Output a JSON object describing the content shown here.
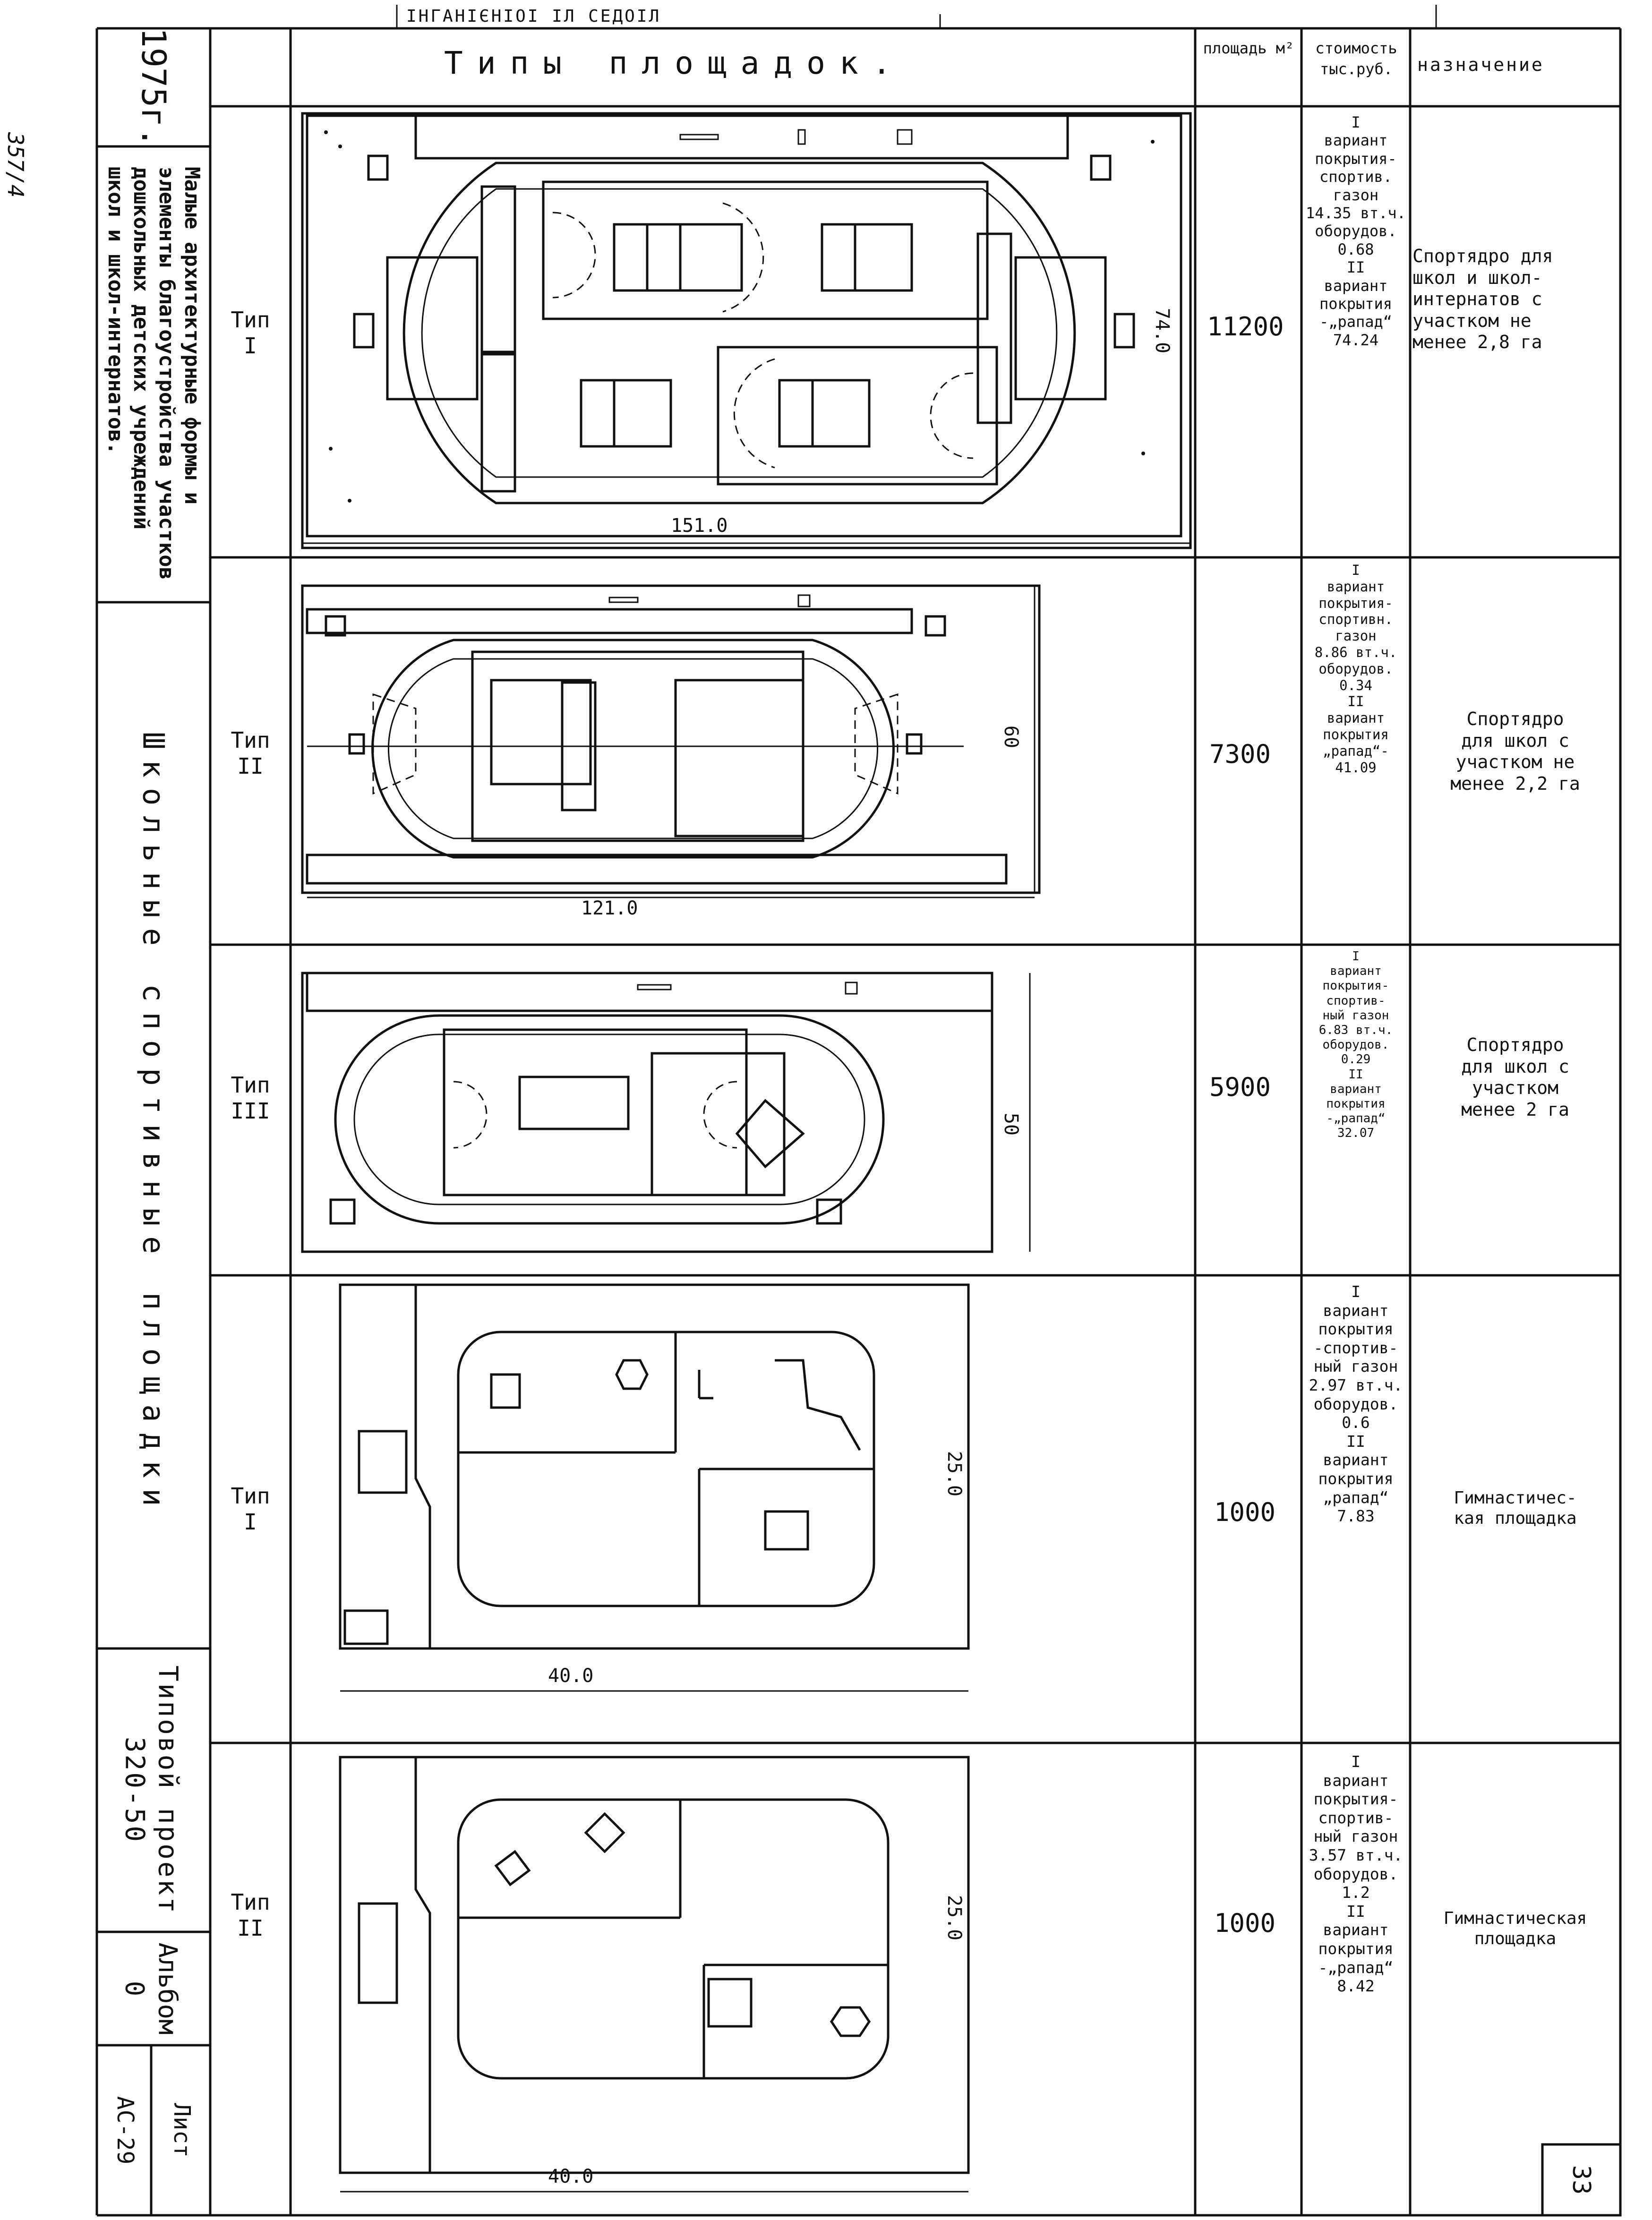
{
  "margin_note": "357/4",
  "header_fragment": "ІНГАНІЄНІОІ ІЛ СЕДОІЛ",
  "title_block": {
    "year": "1975г.",
    "subject_lines": [
      "Малые архитектурные формы и",
      "элементы благоустройства участков",
      "дошкольных детских учреждений",
      "школ и школ-интернатов."
    ],
    "main_title": "Школьные спортивные площадки",
    "project_label": "Типовой проект",
    "project_number": "320-50",
    "album_label": "Альбом",
    "album_number": "0",
    "sheet_label": "Лист",
    "sheet_number": "АС-29"
  },
  "table_header": {
    "types": "Типы площадок.",
    "area": "площадь м²",
    "cost": "стоимость тыс.руб.",
    "purpose": "назначение"
  },
  "rows": [
    {
      "type_label": "Тип",
      "type_num": "I",
      "area": "11200",
      "cost_lines": [
        "I",
        "вариант",
        "покрытия-",
        "спортив.",
        "газон",
        "14.35 вт.ч.",
        "оборудов.",
        "0.68",
        "II",
        "вариант",
        "покрытия",
        "-„рапад“",
        "74.24"
      ],
      "purpose_lines": [
        "Спортядро для",
        "школ и школ-",
        "интернатов с",
        "участком не",
        "менее 2,8 га"
      ],
      "dim_horizontal": "151.0",
      "dim_vertical": "74.0"
    },
    {
      "type_label": "Тип",
      "type_num": "II",
      "area": "7300",
      "cost_lines": [
        "I",
        "вариант",
        "покрытия-",
        "спортивн.",
        "газон",
        "8.86 вт.ч.",
        "оборудов.",
        "0.34",
        "II",
        "вариант",
        "покрытия",
        "„рапад“-",
        "41.09"
      ],
      "purpose_lines": [
        "Спортядро",
        "для школ с",
        "участком не",
        "менее 2,2 га"
      ],
      "dim_horizontal": "121.0",
      "dim_vertical": "60"
    },
    {
      "type_label": "Тип",
      "type_num": "III",
      "area": "5900",
      "cost_lines": [
        "I",
        "вариант",
        "покрытия-",
        "спортив-",
        "ный газон",
        "6.83 вт.ч.",
        "оборудов.",
        "0.29",
        "II",
        "вариант",
        "покрытия",
        "-„рапад“",
        "32.07"
      ],
      "purpose_lines": [
        "Спортядро",
        "для школ с",
        "участком",
        "менее 2 га"
      ],
      "dim_horizontal": "",
      "dim_vertical": "50"
    },
    {
      "type_label": "Тип",
      "type_num": "I",
      "area": "1000",
      "cost_lines": [
        "I",
        "вариант",
        "покрытия",
        "-спортив-",
        "ный газон",
        "2.97 вт.ч.",
        "оборудов.",
        "0.6",
        "II",
        "вариант",
        "покрытия",
        "„рапад“",
        "7.83"
      ],
      "purpose_lines": [
        "Гимнастичес-",
        "кая площадка"
      ],
      "dim_horizontal": "40.0",
      "dim_vertical": "25.0"
    },
    {
      "type_label": "Тип",
      "type_num": "II",
      "area": "1000",
      "cost_lines": [
        "I",
        "вариант",
        "покрытия-",
        "спортив-",
        "ный газон",
        "3.57 вт.ч.",
        "оборудов.",
        "1.2",
        "II",
        "вариант",
        "покрытия",
        "-„рапад“",
        "8.42"
      ],
      "purpose_lines": [
        "Гимнастическая",
        "площадка"
      ],
      "dim_horizontal": "40.0",
      "dim_vertical": "25.0"
    }
  ],
  "page_number": "33"
}
